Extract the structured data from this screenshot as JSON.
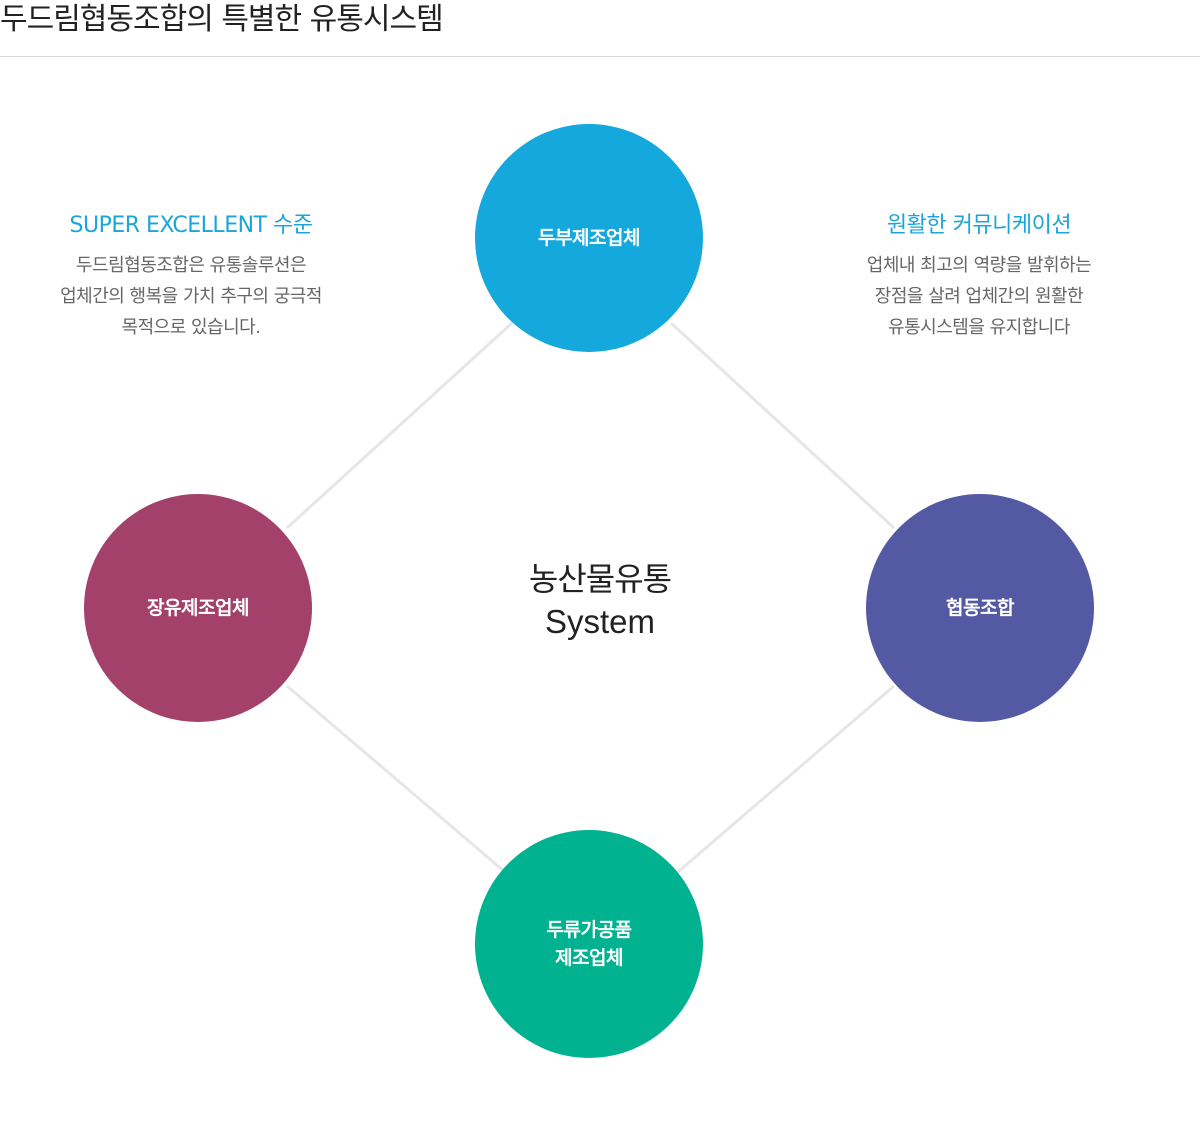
{
  "page_title": "두드림협동조합의 특별한 유통시스템",
  "center": {
    "line1": "농산물유통",
    "line2": "System"
  },
  "nodes": {
    "top": {
      "label": "두부제조업체",
      "color": "#14a8dc"
    },
    "left": {
      "label": "장유제조업체",
      "color": "#a3416a"
    },
    "right": {
      "label": "협동조합",
      "color": "#5459a4"
    },
    "bottom": {
      "label": "두류가공품\n제조업체",
      "color": "#00b28f"
    }
  },
  "left_info": {
    "heading": "SUPER EXCELLENT 수준",
    "lines": [
      "두드림협동조합은 유통솔루션은",
      "업체간의 행복을 가치 추구의 궁극적",
      "목적으로 있습니다."
    ]
  },
  "right_info": {
    "heading": "원활한 커뮤니케이션",
    "lines": [
      "업체내 최고의 역량을 발휘하는",
      "장점을 살려 업체간의 원활한",
      "유통시스템을 유지합니다"
    ]
  },
  "colors": {
    "heading_accent": "#1aa6d8",
    "connector": "#e6e6e6"
  }
}
